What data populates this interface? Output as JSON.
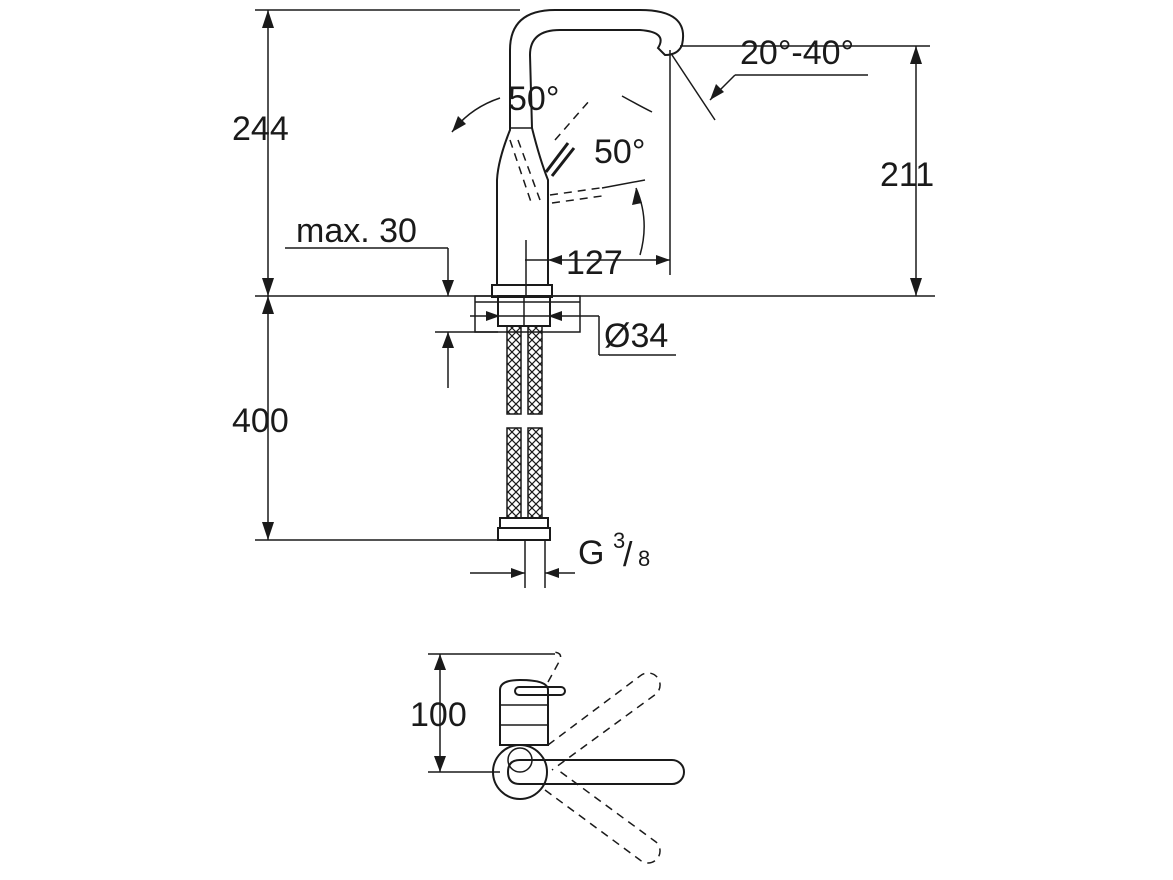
{
  "dimensions": {
    "height_total": "244",
    "spout_angle_range": "20°-40°",
    "lever_angle_top": "50°",
    "lever_angle_side": "50°",
    "spout_height": "211",
    "deck_thickness": "max. 30",
    "projection": "127",
    "hole_diameter": "Ø34",
    "hose_length": "400",
    "connection_prefix": "G",
    "connection_num": "3",
    "connection_den": "8",
    "lever_clearance": "100"
  },
  "colors": {
    "line": "#1a1a1a",
    "background": "#ffffff"
  }
}
